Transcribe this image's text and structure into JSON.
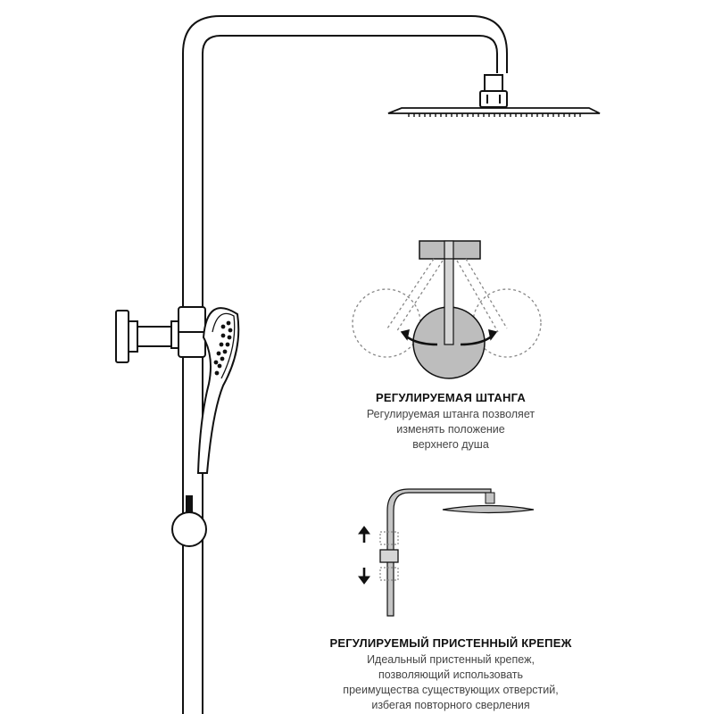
{
  "features": {
    "adjustable_arm": {
      "title": "РЕГУЛИРУЕМАЯ ШТАНГА",
      "lines": [
        "Регулируемая штанга позволяет",
        "изменять положение",
        "верхнего душа"
      ]
    },
    "wall_mount": {
      "title": "РЕГУЛИРУЕМЫЙ ПРИСТЕННЫЙ КРЕПЕЖ",
      "lines": [
        "Идеальный пристенный крепеж,",
        "позволяющий использовать",
        "преимущества существующих отверстий,",
        "избегая повторного сверления"
      ]
    }
  }
}
